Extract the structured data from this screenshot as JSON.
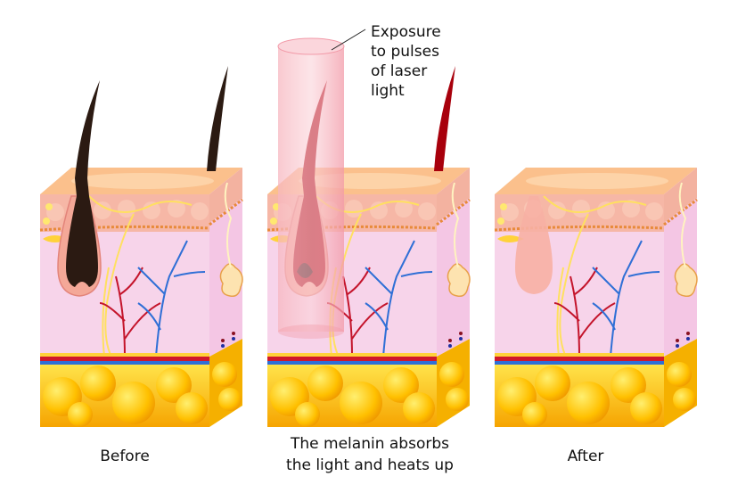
{
  "labels": {
    "before": "Before",
    "middle": [
      "The melanin absorbs",
      "the light and heats up"
    ],
    "after": "After",
    "laser": [
      "Exposure",
      "to pulses",
      "of laser",
      "light"
    ]
  },
  "colors": {
    "epidermis": "#f9b98a",
    "dermis": "#f7d4ea",
    "fat": "#ffc400",
    "hair_before": "#2b1a12",
    "hair_heated": "#a8000c",
    "laser_beam": "#f6a8b4",
    "artery": "#d0182b",
    "vein": "#2f6fd6"
  }
}
